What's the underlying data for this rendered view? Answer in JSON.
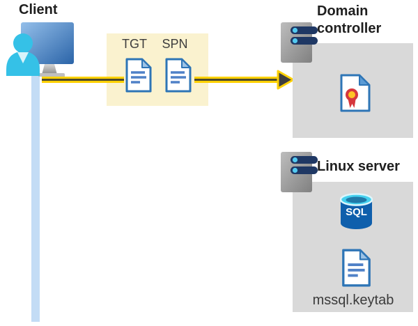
{
  "client": {
    "title": "Client"
  },
  "tickets": {
    "tgt": "TGT",
    "spn": "SPN"
  },
  "domain_controller": {
    "title": "Domain controller"
  },
  "linux_server": {
    "title": "Linux server",
    "sql": "SQL",
    "keytab": "mssql.keytab"
  },
  "colors": {
    "highlight_box": "#FAF2CF",
    "panel_gray": "#D9D9D9",
    "arrow_yellow": "#FFD103",
    "arrow_head_dark": "#3F3F3F",
    "document_blue": "#2E75B6",
    "connection_line_blue": "#C3DCF5",
    "server_bar_navy": "#1F3864",
    "sql_body_blue": "#0F5FAC",
    "certificate_red": "#D6373D",
    "certificate_gold": "#FFC425"
  }
}
